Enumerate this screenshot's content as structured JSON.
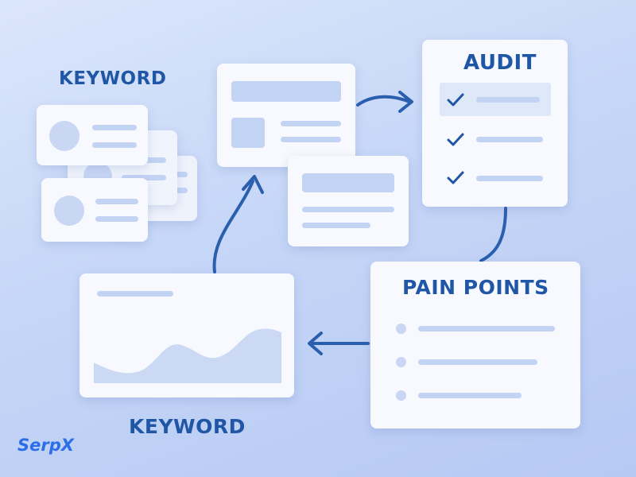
{
  "labels": {
    "keyword_top": "KEYWORD",
    "keyword_bottom": "KEYWORD",
    "audit": "AUDIT",
    "pain_points": "PAIN POINTS"
  },
  "brand": {
    "logo_text": "SerpX"
  },
  "colors": {
    "accent": "#1f56a6",
    "arrow": "#2a5fae",
    "logo": "#2b6ee8",
    "card": "#f7f9fe",
    "placeholder": "#c3d3f3"
  },
  "icons": [
    "check-icon",
    "arrow-right-icon",
    "arrow-left-icon",
    "arrow-up-icon",
    "bullet-icon"
  ]
}
